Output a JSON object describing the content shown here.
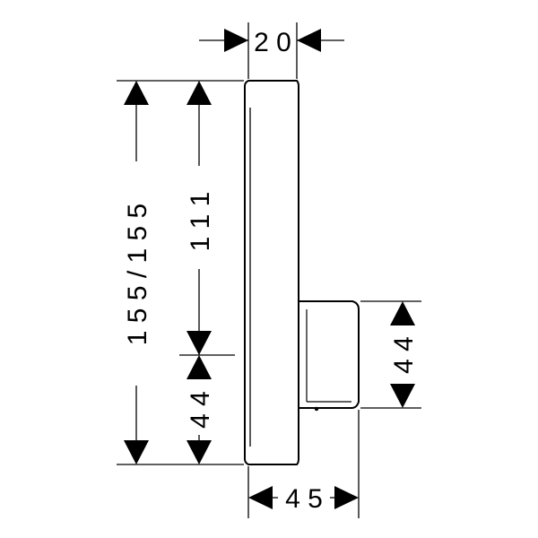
{
  "drawing": {
    "dimensions": {
      "top_width": "2 0",
      "bottom_width": "4 5",
      "total_height": "1 5 5  /  1 5 5",
      "upper_height": "1 1 1",
      "lower_height": "4 4",
      "spout_height": "4 4"
    }
  }
}
